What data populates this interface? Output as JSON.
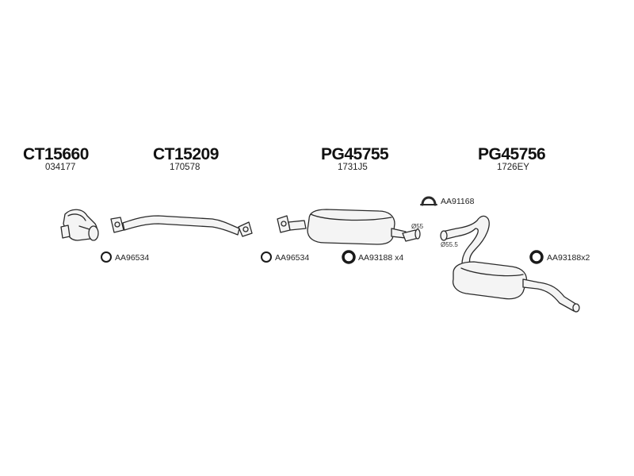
{
  "groups": [
    {
      "code": "CT15660",
      "sub": "034177"
    },
    {
      "code": "CT15209",
      "sub": "170578"
    },
    {
      "code": "PG45755",
      "sub": "1731J5"
    },
    {
      "code": "PG45756",
      "sub": "1726EY"
    }
  ],
  "labels": {
    "ring1": "AA96534",
    "ring2": "AA96534",
    "ring3": "AA93188 x4",
    "clamp": "AA91168",
    "ring4": "AA93188x2",
    "dia1": "Ø55",
    "dia2": "Ø55.5"
  },
  "colors": {
    "line": "#2a2a2a",
    "fill": "#f4f4f4",
    "shade": "#d8d8d8"
  }
}
